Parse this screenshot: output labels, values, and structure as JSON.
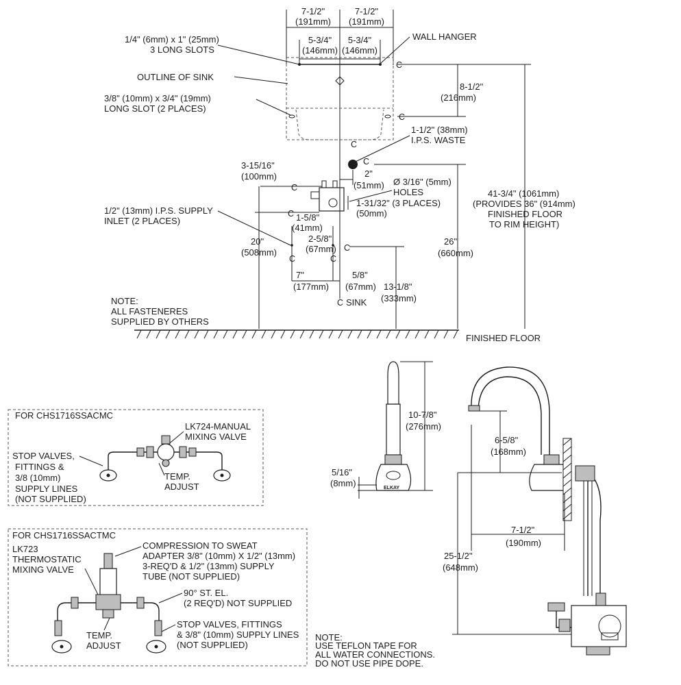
{
  "top_view": {
    "dim_left_top": "7-1/2\"",
    "dim_left_top_mm": "(191mm)",
    "dim_right_top": "7-1/2\"",
    "dim_right_top_mm": "(191mm)",
    "dim_left_mid": "5-3/4\"",
    "dim_left_mid_mm": "(146mm)",
    "dim_right_mid": "5-3/4\"",
    "dim_right_mid_mm": "(146mm)",
    "slots_line1": "1/4\" (6mm) x 1\" (25mm)",
    "slots_line2": "3 LONG SLOTS",
    "wall_hanger": "WALL HANGER",
    "outline_sink": "OUTLINE OF SINK",
    "long_slot_line1": "3/8\" (10mm) x 3/4\" (19mm)",
    "long_slot_line2": "LONG SLOT (2 PLACES)",
    "dim_8_5": "8-1/2\"",
    "dim_8_5_mm": "(216mm)",
    "waste_line1": "1-1/2\" (38mm)",
    "waste_line2": "I.P.S. WASTE",
    "dim_2": "2\"",
    "dim_2_mm": "(51mm)",
    "dim_3_15": "3-15/16\"",
    "dim_3_15_mm": "(100mm)",
    "holes_line1": "Ø 3/16\" (5mm)",
    "holes_line2": "HOLES",
    "dim_1_31": "1-31/32\" (3 PLACES)",
    "dim_1_31_mm": "(50mm)",
    "supply_line1": "1/2\" (13mm) I.P.S. SUPPLY",
    "supply_line2": "INLET (2 PLACES)",
    "dim_1_58": "1-5/8\"",
    "dim_1_58_mm": "(41mm)",
    "dim_2_58": "2-5/8\"",
    "dim_2_58_mm": "(67mm)",
    "dim_20": "20\"",
    "dim_20_mm": "(508mm)",
    "dim_26": "26\"",
    "dim_26_mm": "(660mm)",
    "dim_41": "41-3/4\" (1061mm)",
    "provides_line1": "(PROVIDES 36\" (914mm)",
    "provides_line2": "FINISHED FLOOR",
    "provides_line3": "TO RIM HEIGHT)",
    "dim_7": "7\"",
    "dim_7_mm": "(177mm)",
    "dim_5_8": "5/8\"",
    "dim_5_8_mm": "(67mm)",
    "dim_13": "13-1/8\"",
    "dim_13_mm": "(333mm)",
    "sink": "SINK",
    "note_line1": "NOTE:",
    "note_line2": "ALL FASTENERES",
    "note_line3": "SUPPLIED BY OTHERS",
    "finished_floor": "FINISHED FLOOR",
    "cl": "C"
  },
  "box_manual": {
    "title": "FOR  CHS1716SSACMC",
    "valve_line1": "LK724-MANUAL",
    "valve_line2": "MIXING VALVE",
    "stop_line1": "STOP VALVES,",
    "stop_line2": "FITTINGS &",
    "stop_line3": "3/8 (10mm)",
    "stop_line4": "SUPPLY LINES",
    "stop_line5": "(NOT SUPPLIED)",
    "temp_line1": "TEMP.",
    "temp_line2": "ADJUST"
  },
  "box_thermo": {
    "title": "FOR  CHS1716SSACTMC",
    "valve_line1": "LK723",
    "valve_line2": "THERMOSTATIC",
    "valve_line3": "MIXING VALVE",
    "comp_line1": "COMPRESSION TO SWEAT",
    "comp_line2": "ADAPTER 3/8\" (10mm) X 1/2\" (13mm)",
    "comp_line3": "3-REQ'D & 1/2\" (13mm) SUPPLY",
    "comp_line4": "TUBE (NOT SUPPLIED)",
    "el_line1": "90° ST. EL.",
    "el_line2": "(2 REQ'D) NOT SUPPLIED",
    "temp_line1": "TEMP.",
    "temp_line2": "ADJUST",
    "stop_line1": "STOP VALVES, FITTINGS",
    "stop_line2": "& 3/8\" (10mm) SUPPLY LINES",
    "stop_line3": "(NOT SUPPLIED)"
  },
  "front_view": {
    "dim_10": "10-7/8\"",
    "dim_10_mm": "(276mm)",
    "dim_5_16": "5/16\"",
    "dim_5_16_mm": "(8mm)",
    "brand": "ELKAY"
  },
  "side_view": {
    "dim_6": "6-5/8\"",
    "dim_6_mm": "(168mm)",
    "dim_7_5": "7-1/2\"",
    "dim_7_5_mm": "(190mm)",
    "dim_25": "25-1/2\"",
    "dim_25_mm": "(648mm)"
  },
  "bottom_note": {
    "line1": "NOTE:",
    "line2": "USE TEFLON TAPE FOR",
    "line3": "ALL WATER CONNECTIONS.",
    "line4": "DO NOT USE PIPE DOPE."
  }
}
